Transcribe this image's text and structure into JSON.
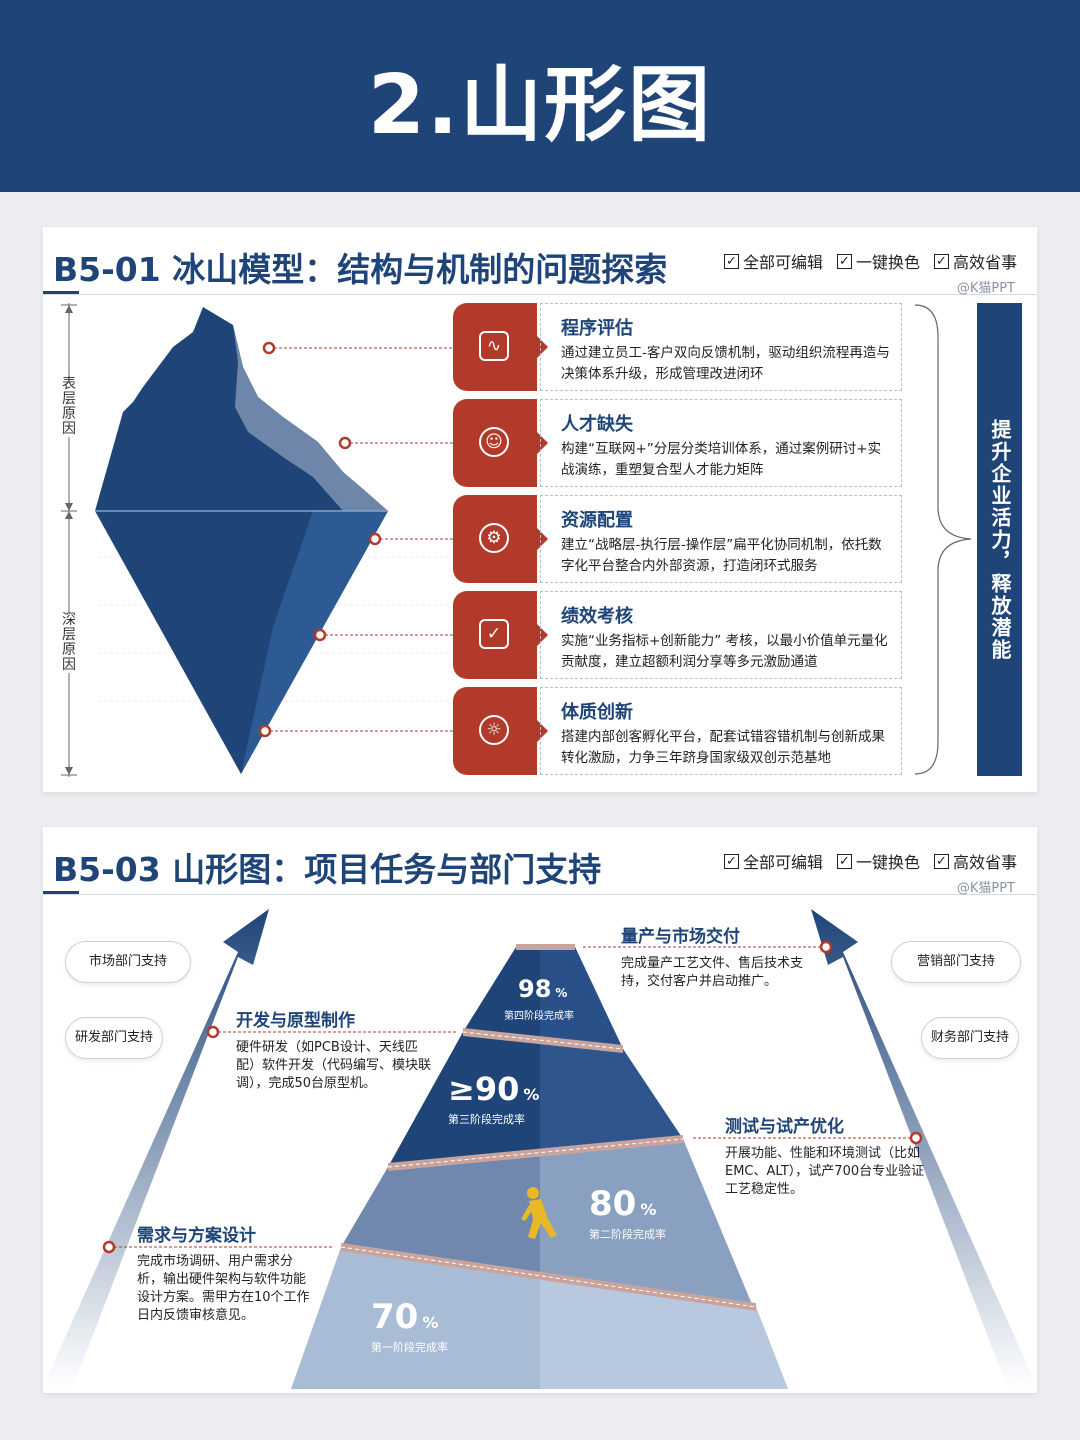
{
  "page": {
    "title": "2.山形图"
  },
  "features": [
    "全部可编辑",
    "一键换色",
    "高效省事"
  ],
  "credit": "@K猫PPT",
  "card1": {
    "title": "B5-01  冰山模型：结构与机制的问题探索",
    "surface_label": "表层原因",
    "deep_label": "深层原因",
    "side_bar": "提升企业活力，释放潜能",
    "items": [
      {
        "title": "程序评估",
        "text": "通过建立员工-客户双向反馈机制，驱动组织流程再造与决策体系升级，形成管理改进闭环",
        "icon": "activity-chart-icon"
      },
      {
        "title": "人才缺失",
        "text": "构建“互联网+”分层分类培训体系，通过案例研讨+实战演练，重塑复合型人才能力矩阵",
        "icon": "people-hands-icon"
      },
      {
        "title": "资源配置",
        "text": "建立“战略层-执行层-操作层”扁平化协同机制，依托数字化平台整合内外部资源，打造闭环式服务",
        "icon": "gear-tools-icon"
      },
      {
        "title": "绩效考核",
        "text": "实施“业务指标+创新能力” 考核，以最小价值单元量化贡献度，建立超额利润分享等多元激励通道",
        "icon": "clipboard-check-icon"
      },
      {
        "title": "体质创新",
        "text": "搭建内部创客孵化平台，配套试错容错机制与创新成果转化激励，力争三年跻身国家级双创示范基地",
        "icon": "lightbulb-hand-icon"
      }
    ]
  },
  "card2": {
    "title": "B5-03 山形图：项目任务与部门支持",
    "clouds": {
      "market": "市场部门支持",
      "rnd": "研发部门支持",
      "sales": "营销部门支持",
      "finance": "财务部门支持"
    },
    "stages": [
      {
        "pct": "70",
        "label": "第一阶段完成率"
      },
      {
        "pct": "80",
        "label": "第二阶段完成率"
      },
      {
        "pct": "≥90",
        "label": "第三阶段完成率"
      },
      {
        "pct": "98",
        "label": "第四阶段完成率"
      }
    ],
    "pct_sign": "%",
    "tasks": [
      {
        "title": "需求与方案设计",
        "text": "完成市场调研、用户需求分析，输出硬件架构与软件功能设计方案。需甲方在10个工作日内反馈审核意见。"
      },
      {
        "title": "开发与原型制作",
        "text": "硬件研发（如PCB设计、天线匹配）软件开发（代码编写、模块联调），完成50台原型机。"
      },
      {
        "title": "测试与试产优化",
        "text": "开展功能、性能和环境测试（比如EMC、ALT），试产700台专业验证工艺稳定性。"
      },
      {
        "title": "量产与市场交付",
        "text": "完成量产工艺文件、售后技术支持，交付客户并启动推广。"
      }
    ],
    "progress": {
      "stage1": 0.7,
      "stage2": 0.8,
      "stage3": 0.9,
      "stage4": 0.98
    }
  },
  "colors": {
    "navy": "#1e4478",
    "red": "#b23a2a",
    "light_blue": "#a9bcd6",
    "mid_blue": "#6e86aa"
  }
}
